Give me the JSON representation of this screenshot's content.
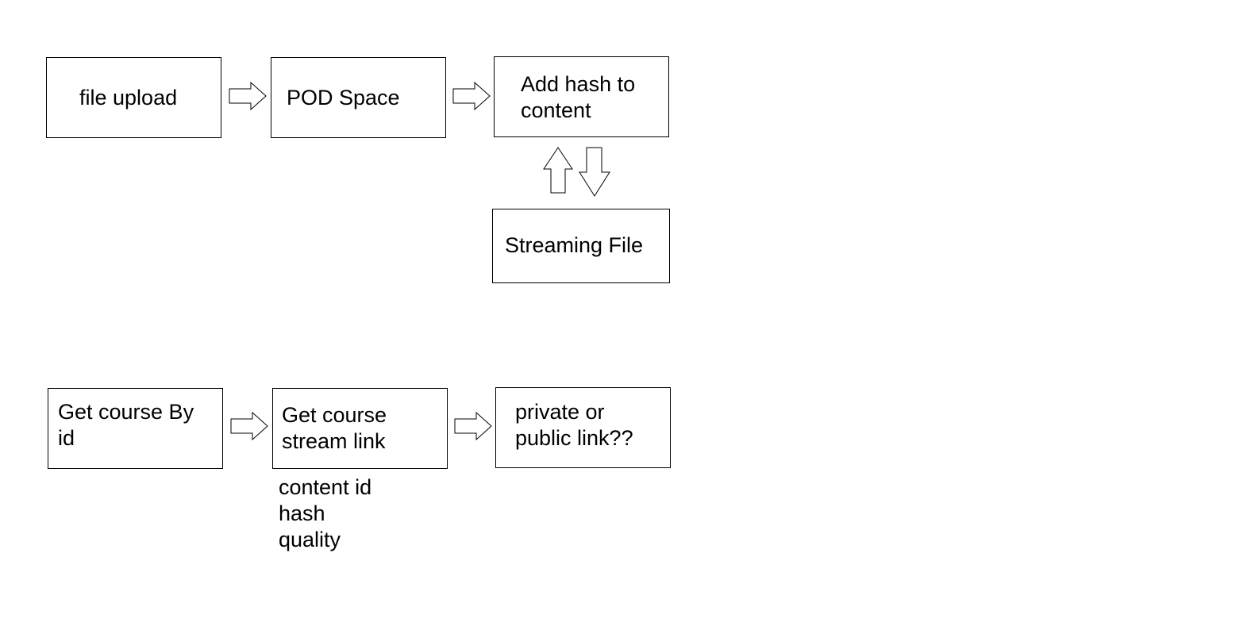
{
  "diagram": {
    "nodes": {
      "file_upload": {
        "lines": [
          "file upload"
        ]
      },
      "pod_space": {
        "lines": [
          "POD Space"
        ]
      },
      "add_hash": {
        "lines": [
          "Add hash to",
          "content"
        ]
      },
      "streaming_file": {
        "lines": [
          "Streaming File"
        ]
      },
      "get_course_by_id": {
        "lines": [
          "Get course By",
          "id"
        ]
      },
      "get_course_stream_link": {
        "lines": [
          "Get course",
          "stream link"
        ]
      },
      "private_public_link": {
        "lines": [
          "private or",
          "public link??"
        ]
      }
    },
    "stream_link_params": [
      "content id",
      "hash",
      "quality"
    ],
    "edges": [
      {
        "from": "file_upload",
        "to": "pod_space"
      },
      {
        "from": "pod_space",
        "to": "add_hash"
      },
      {
        "from": "streaming_file",
        "to": "add_hash"
      },
      {
        "from": "add_hash",
        "to": "streaming_file"
      },
      {
        "from": "get_course_by_id",
        "to": "get_course_stream_link"
      },
      {
        "from": "get_course_stream_link",
        "to": "private_public_link"
      }
    ]
  }
}
